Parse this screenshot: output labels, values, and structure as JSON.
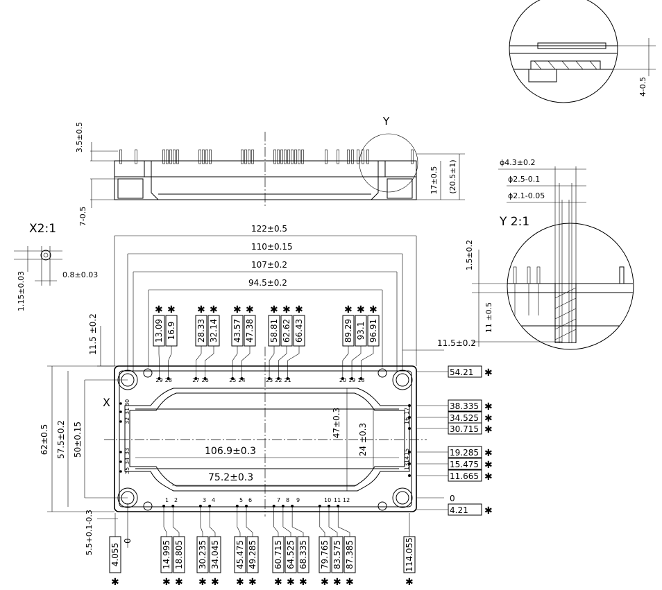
{
  "views": {
    "side": {
      "dims": {
        "terminal_height": "3.5±0.5",
        "pin_offset": "7-0.5",
        "body_height": "17±0.5",
        "total_height": "(20.5±1)"
      },
      "detail_callout": "Y"
    },
    "detail_top": {
      "dim": "4-0.5"
    },
    "detail_x": {
      "title": "X2:1",
      "pitch": "0.8±0.03",
      "height": "1.15±0.03"
    },
    "detail_y": {
      "title": "Y 2:1",
      "diameters": [
        "ϕ4.3±0.2",
        "ϕ2.5-0.1",
        "ϕ2.1-0.05"
      ],
      "dims": [
        "1.5±0.2",
        "11 ±0.5"
      ]
    },
    "top": {
      "horizontal_dims": [
        "122±0.5",
        "110±0.15",
        "107±0.2",
        "94.5±0.2"
      ],
      "inner_dims": [
        "106.9±0.3",
        "75.2±0.3"
      ],
      "vertical_dims": [
        "62±0.5",
        "57.5±0.2",
        "50±0.15",
        "47±0.3",
        "24 ±0.3"
      ],
      "edge_dims": [
        "11.5 ±0.2",
        "11.5±0.2",
        "5.5+0.1-0.3"
      ],
      "section_marker": "X",
      "zero_x": "0",
      "zero_y": "0",
      "top_pin_positions": [
        "13.09",
        "16.9",
        "28.33",
        "32.14",
        "43.57",
        "47.38",
        "58.81",
        "62.62",
        "66.43",
        "89.29",
        "93.1",
        "96.91"
      ],
      "bottom_pin_positions": [
        "4.055",
        "14.995",
        "18.805",
        "30.235",
        "34.045",
        "45.475",
        "49.285",
        "60.715",
        "64.525",
        "68.335",
        "79.765",
        "83.575",
        "87.385",
        "114.055"
      ],
      "right_pin_positions": [
        "54.21",
        "38.335",
        "34.525",
        "30.715",
        "19.285",
        "15.475",
        "11.665",
        "4.21"
      ],
      "top_pin_numbers": [
        "29",
        "28",
        "27",
        "26",
        "25",
        "24",
        "23",
        "22",
        "21",
        "20",
        "19",
        "18"
      ],
      "bottom_pin_numbers": [
        "1",
        "2",
        "3",
        "4",
        "5",
        "6",
        "7",
        "8",
        "9",
        "10",
        "11",
        "12"
      ],
      "right_pin_numbers": [
        "16",
        "17",
        "13",
        "14",
        "15"
      ],
      "left_pin_numbers": [
        "32",
        "31",
        "30",
        "35",
        "34",
        "33"
      ],
      "star": "✱"
    }
  }
}
